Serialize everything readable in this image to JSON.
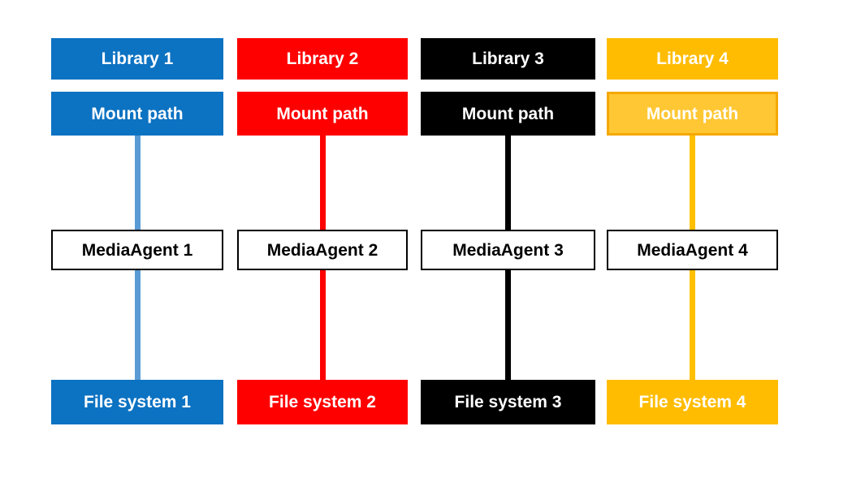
{
  "diagram": {
    "background_color": "#ffffff",
    "media_agent_style": {
      "fill": "#ffffff",
      "border": "#000000",
      "text_color": "#000000"
    },
    "columns": [
      {
        "library_label": "Library 1",
        "mount_path_label": "Mount path",
        "media_agent_label": "MediaAgent 1",
        "file_system_label": "File system 1",
        "box_color": "#0c72c2",
        "mount_fill": "#0c72c2",
        "mount_border": "#0c72c2",
        "line_color": "#5b9bd5",
        "label_color": "#ffffff"
      },
      {
        "library_label": "Library 2",
        "mount_path_label": "Mount path",
        "media_agent_label": "MediaAgent 2",
        "file_system_label": "File system 2",
        "box_color": "#ff0000",
        "mount_fill": "#ff0000",
        "mount_border": "#ff0000",
        "line_color": "#ff0000",
        "label_color": "#ffffff"
      },
      {
        "library_label": "Library 3",
        "mount_path_label": "Mount path",
        "media_agent_label": "MediaAgent 3",
        "file_system_label": "File system 3",
        "box_color": "#000000",
        "mount_fill": "#000000",
        "mount_border": "#000000",
        "line_color": "#000000",
        "label_color": "#ffffff"
      },
      {
        "library_label": "Library 4",
        "mount_path_label": "Mount path",
        "media_agent_label": "MediaAgent 4",
        "file_system_label": "File system 4",
        "box_color": "#ffbc00",
        "mount_fill": "#ffc733",
        "mount_border": "#f5a800",
        "line_color": "#ffc000",
        "label_color": "#ffffff"
      }
    ]
  }
}
